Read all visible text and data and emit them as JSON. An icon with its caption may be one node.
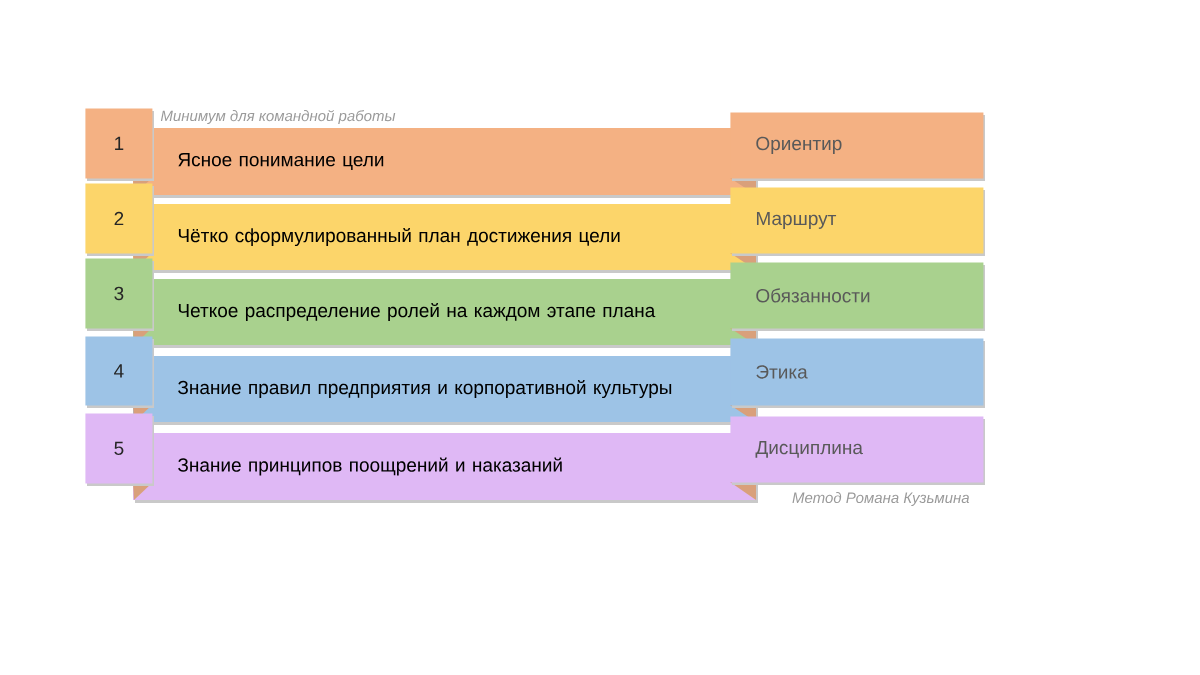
{
  "diagram": {
    "title": "Минимум для командной работы",
    "caption": "Метод Романа Кузьмина",
    "nodes": [
      {
        "text": [
          "1"
        ]
      },
      {
        "text": [
          "Ясное понимание цели"
        ]
      },
      {
        "text": [
          "Ориентир"
        ]
      },
      {
        "text": [
          "2"
        ]
      },
      {
        "text": [
          "Чётко сформулированный план достижения цели"
        ]
      },
      {
        "text": [
          "Маршрут"
        ]
      },
      {
        "text": [
          "3"
        ]
      },
      {
        "text": [
          "Четкое распределение ролей на каждом этапе плана"
        ]
      },
      {
        "text": [
          "Обязанности"
        ]
      },
      {
        "text": [
          "4"
        ]
      },
      {
        "text": [
          "Знание правил предприятия и корпоративной культуры"
        ]
      },
      {
        "text": [
          "Этика"
        ]
      },
      {
        "text": [
          "5"
        ]
      },
      {
        "text": [
          "Знание принципов поощрений и наказаний"
        ]
      },
      {
        "text": [
          "Дисциплина"
        ]
      }
    ]
  }
}
